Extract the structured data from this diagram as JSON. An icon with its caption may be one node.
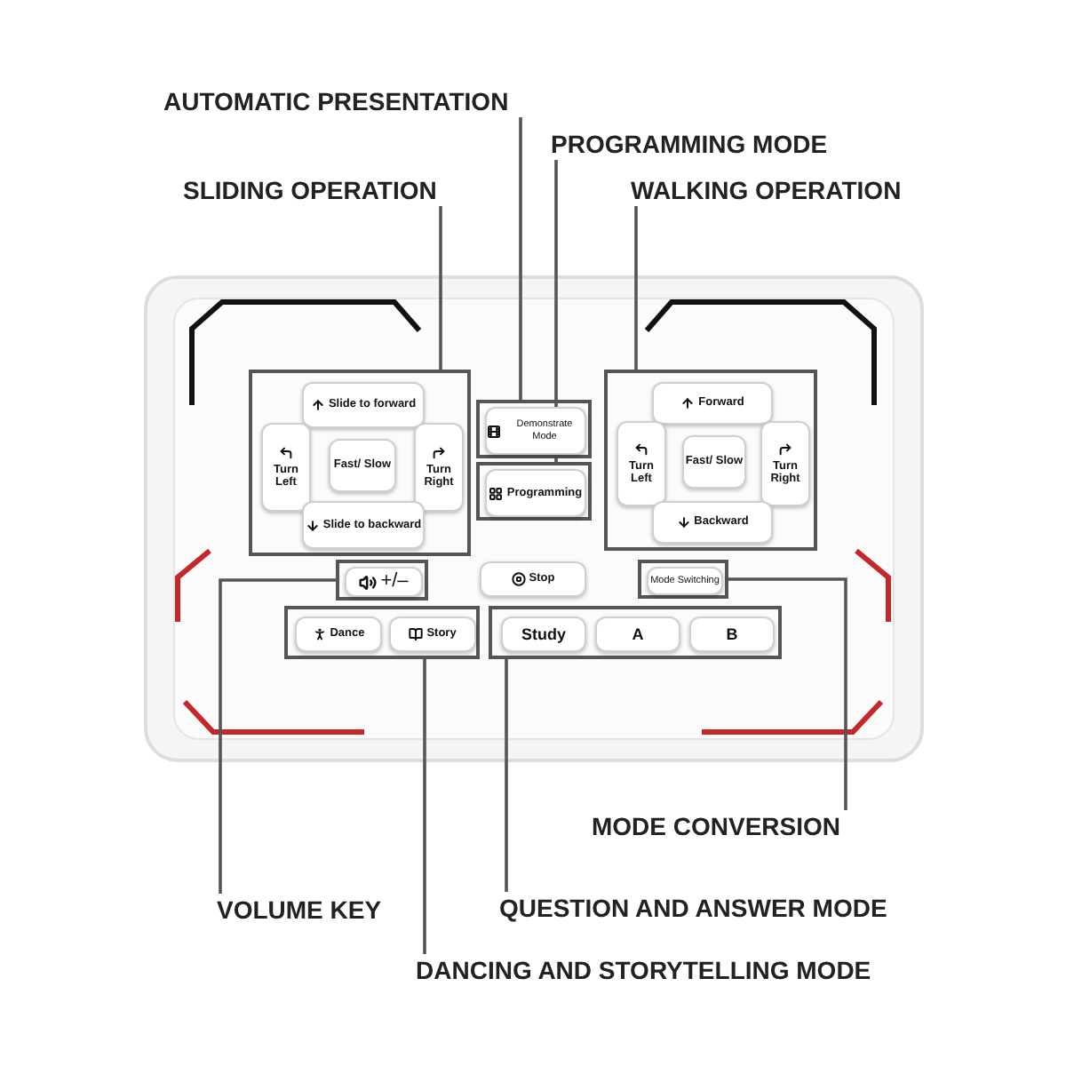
{
  "diagram": {
    "nodes": [
      {
        "text": [
          "AUTOMATIC PRESENTATION"
        ]
      },
      {
        "text": [
          "PROGRAMMING MODE"
        ]
      },
      {
        "text": [
          "SLIDING OPERATION"
        ]
      },
      {
        "text": [
          "WALKING OPERATION"
        ]
      },
      {
        "text": [],
        "shape": "box"
      },
      {
        "text": [
          "Slide to forward"
        ],
        "in": 4
      },
      {
        "text": [
          "Turn Left"
        ],
        "in": 4
      },
      {
        "text": [
          "Fast/ Slow"
        ],
        "in": 4
      },
      {
        "text": [
          "Turn Right"
        ],
        "in": 4
      },
      {
        "text": [
          "Slide to backward"
        ],
        "in": 4
      },
      {
        "text": [],
        "shape": "box"
      },
      {
        "text": [
          "Demonstrate Mode"
        ],
        "in": 10
      },
      {
        "text": [],
        "shape": "box"
      },
      {
        "text": [
          "Programming"
        ],
        "in": 12
      },
      {
        "text": [],
        "shape": "box"
      },
      {
        "text": [
          "Forward"
        ],
        "in": 14
      },
      {
        "text": [
          "Turn Left"
        ],
        "in": 14
      },
      {
        "text": [
          "Fast/ Slow"
        ],
        "in": 14
      },
      {
        "text": [
          "Turn Right"
        ],
        "in": 14
      },
      {
        "text": [
          "Backward"
        ],
        "in": 14
      },
      {
        "text": [],
        "shape": "box"
      },
      {
        "text": [
          "+/–"
        ],
        "in": 20
      },
      {
        "text": [
          "Stop"
        ]
      },
      {
        "text": [],
        "shape": "box"
      },
      {
        "text": [
          "Mode Switching"
        ],
        "in": 23
      },
      {
        "text": [],
        "shape": "box"
      },
      {
        "text": [
          "Dance"
        ],
        "in": 25
      },
      {
        "text": [
          "Story"
        ],
        "in": 25
      },
      {
        "text": [],
        "shape": "box"
      },
      {
        "text": [
          "Study"
        ],
        "in": 28
      },
      {
        "text": [
          "A"
        ],
        "in": 28
      },
      {
        "text": [
          "B"
        ],
        "in": 28
      },
      {
        "text": [
          "MODE CONVERSION"
        ]
      },
      {
        "text": [
          "VOLUME KEY"
        ]
      },
      {
        "text": [
          "QUESTION AND ANSWER MODE"
        ]
      },
      {
        "text": [
          "DANCING AND STORYTELLING MODE"
        ]
      }
    ],
    "edges": [
      {
        "from": 0,
        "to": 10,
        "arrow": "none"
      },
      {
        "from": 1,
        "to": 12,
        "arrow": "none"
      },
      {
        "from": 2,
        "to": 4,
        "arrow": "none"
      },
      {
        "from": 3,
        "to": 14,
        "arrow": "none"
      },
      {
        "from": 23,
        "to": 32,
        "arrow": "none"
      },
      {
        "from": 20,
        "to": 33,
        "arrow": "none"
      },
      {
        "from": 28,
        "to": 34,
        "arrow": "none"
      },
      {
        "from": 25,
        "to": 35,
        "arrow": "none"
      }
    ]
  }
}
